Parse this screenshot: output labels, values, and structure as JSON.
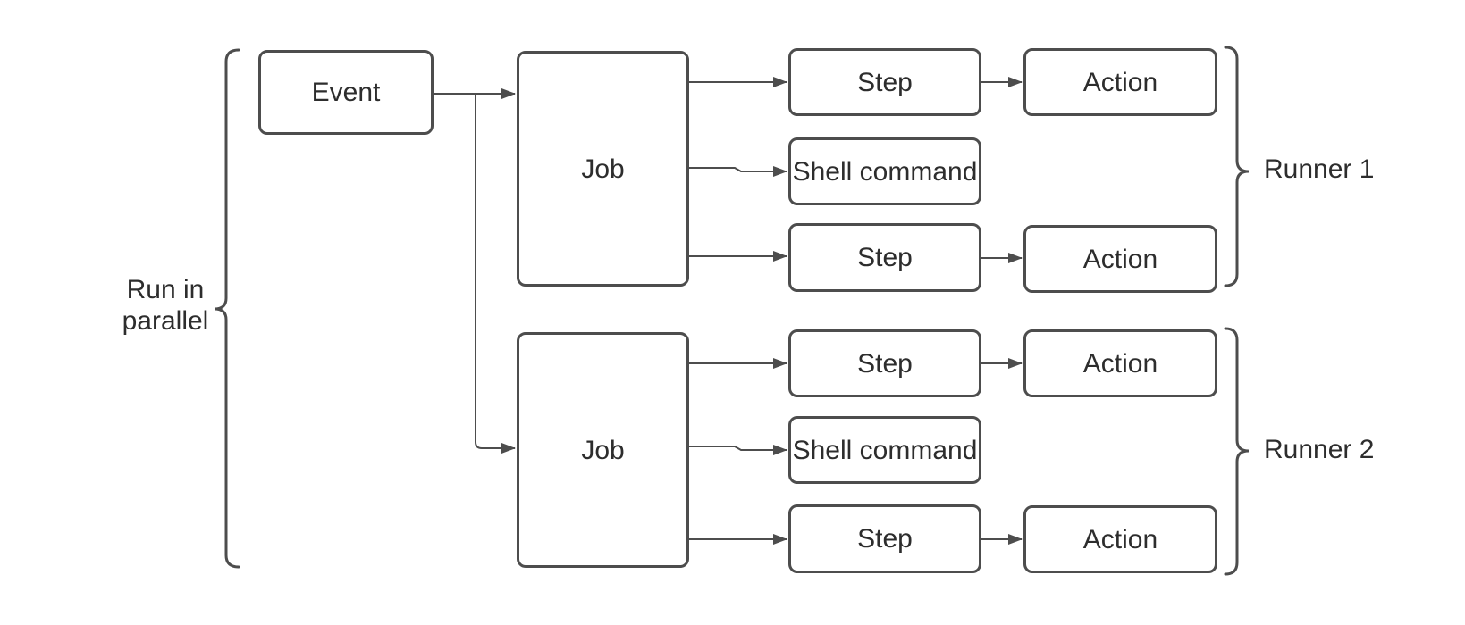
{
  "canvas": {
    "background_color": "#ffffff",
    "stroke_color": "#4d4d4d",
    "text_color": "#2d2d2d"
  },
  "nodes": {
    "event": {
      "label": "Event"
    },
    "job1": {
      "label": "Job"
    },
    "job2": {
      "label": "Job"
    },
    "step1": {
      "label": "Step"
    },
    "shell1": {
      "label": "Shell command"
    },
    "step2": {
      "label": "Step"
    },
    "action1": {
      "label": "Action"
    },
    "action2": {
      "label": "Action"
    },
    "step3": {
      "label": "Step"
    },
    "shell2": {
      "label": "Shell command"
    },
    "step4": {
      "label": "Step"
    },
    "action3": {
      "label": "Action"
    },
    "action4": {
      "label": "Action"
    }
  },
  "annotations": {
    "parallel_line1": "Run in",
    "parallel_line2": "parallel",
    "runner1": "Runner 1",
    "runner2": "Runner 2"
  }
}
